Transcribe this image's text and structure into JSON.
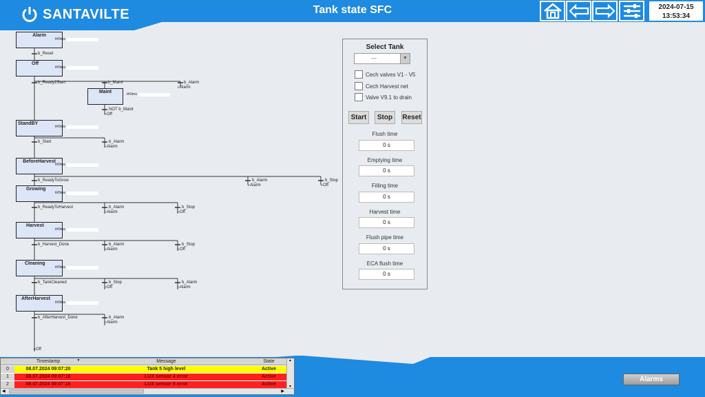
{
  "header": {
    "brand": "SANTAVILTE",
    "title": "Tank state SFC",
    "date": "2024-07-15",
    "time": "13:53:34",
    "buttons": [
      "home-icon",
      "back-arrow-icon",
      "forward-arrow-icon",
      "settings-sliders-icon"
    ]
  },
  "sfc": {
    "steps": [
      {
        "name": "Alarm",
        "timer": "t#0ms"
      },
      {
        "name": "Off",
        "timer": "t#0ms"
      },
      {
        "name": "Maint",
        "timer": "t#0ms"
      },
      {
        "name": "StandBY",
        "timer": "t#0ms"
      },
      {
        "name": "BeforeHarvest",
        "timer": "t#0ms"
      },
      {
        "name": "Growing",
        "timer": "t#0ms"
      },
      {
        "name": "Harvest",
        "timer": "t#0ms"
      },
      {
        "name": "Cleaning",
        "timer": "t#0ms"
      },
      {
        "name": "AfterHarvest",
        "timer": "t#0ms"
      }
    ],
    "transitions": [
      {
        "cond": "b_Reset",
        "target": ""
      },
      {
        "cond": "b_Ready2Start",
        "target": ""
      },
      {
        "cond": "b_Maint",
        "target": ""
      },
      {
        "cond": "b_Alarm",
        "target": "Alarm"
      },
      {
        "cond": "NOT b_Maint",
        "target": "Off"
      },
      {
        "cond": "b_Start",
        "target": ""
      },
      {
        "cond": "b_Alarm",
        "target": "Alarm"
      },
      {
        "cond": "b_ReadyToGrow",
        "target": ""
      },
      {
        "cond": "b_Alarm",
        "target": "Alarm"
      },
      {
        "cond": "b_Stop",
        "target": "Off"
      },
      {
        "cond": "b_ReadyToHarvest",
        "target": ""
      },
      {
        "cond": "b_Alarm",
        "target": "Alarm"
      },
      {
        "cond": "b_Stop",
        "target": "Off"
      },
      {
        "cond": "b_Harvest_Done",
        "target": ""
      },
      {
        "cond": "b_Alarm",
        "target": "Alarm"
      },
      {
        "cond": "b_Stop",
        "target": "Off"
      },
      {
        "cond": "b_TankCleaned",
        "target": ""
      },
      {
        "cond": "b_Stop",
        "target": "Off"
      },
      {
        "cond": "b_Alarm",
        "target": "Alarm"
      },
      {
        "cond": "b_AfterHarvest_Done",
        "target": ""
      },
      {
        "cond": "b_Alarm",
        "target": "Alarm"
      }
    ],
    "final_jump": "Off"
  },
  "panel": {
    "select_title": "Select Tank",
    "select_value": "---",
    "checkboxes": [
      "Cech valves V1 - V5",
      "Cech Harvest net",
      "Valve V9.1 to drain"
    ],
    "buttons": {
      "start": "Start",
      "stop": "Stop",
      "reset": "Reset"
    },
    "times": [
      {
        "label": "Flush time",
        "value": "0 s"
      },
      {
        "label": "Emptying time",
        "value": "0 s"
      },
      {
        "label": "Filling time",
        "value": "0 s"
      },
      {
        "label": "Harvest time",
        "value": "0 s"
      },
      {
        "label": "Flush pipe time",
        "value": "0 s"
      },
      {
        "label": "ECA flush time",
        "value": "0 s"
      }
    ]
  },
  "alarm_table": {
    "columns": [
      "Timestamp",
      "Message",
      "State"
    ],
    "rows": [
      {
        "idx": "0",
        "timestamp": "08.07.2024 09:07:20",
        "message": "Tank 5 high level",
        "state": "Active",
        "color": "#ffff00"
      },
      {
        "idx": "1",
        "timestamp": "08.07.2024 09:07:16",
        "message": "LUX sensor 4 error",
        "state": "Active",
        "color": "#ff2020"
      },
      {
        "idx": "2",
        "timestamp": "08.07.2024 09:07:16",
        "message": "LUX sensor 5 error",
        "state": "Active",
        "color": "#ff2020"
      }
    ]
  },
  "alarms_button": "Alarms",
  "colors": {
    "accent": "#1e8ae0",
    "background": "#e8ecf0"
  }
}
